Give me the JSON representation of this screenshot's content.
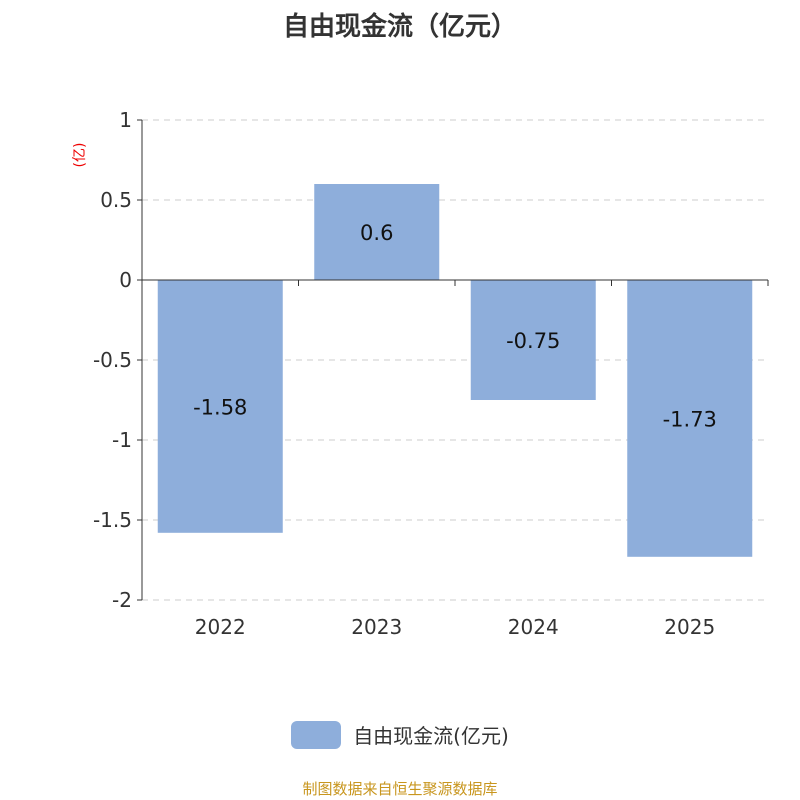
{
  "chart_data": {
    "type": "bar",
    "title": "自由现金流（亿元）",
    "ylabel": "(亿)",
    "xlabel": "",
    "categories": [
      "2022",
      "2023",
      "2024",
      "2025"
    ],
    "values": [
      -1.58,
      0.6,
      -0.75,
      -1.73
    ],
    "data_labels": [
      "-1.58",
      "0.6",
      "-0.75",
      "-1.73"
    ],
    "ylim": [
      -2,
      1
    ],
    "yticks": [
      "1",
      "0.5",
      "0",
      "-0.5",
      "-1",
      "-1.5",
      "-2"
    ],
    "ytick_values": [
      1,
      0.5,
      0,
      -0.5,
      -1,
      -1.5,
      -2
    ],
    "grid": true,
    "legend": "bottom-center",
    "series_name": "自由现金流(亿元)",
    "color": "#8eaedb"
  },
  "source": "制图数据来自恒生聚源数据库"
}
